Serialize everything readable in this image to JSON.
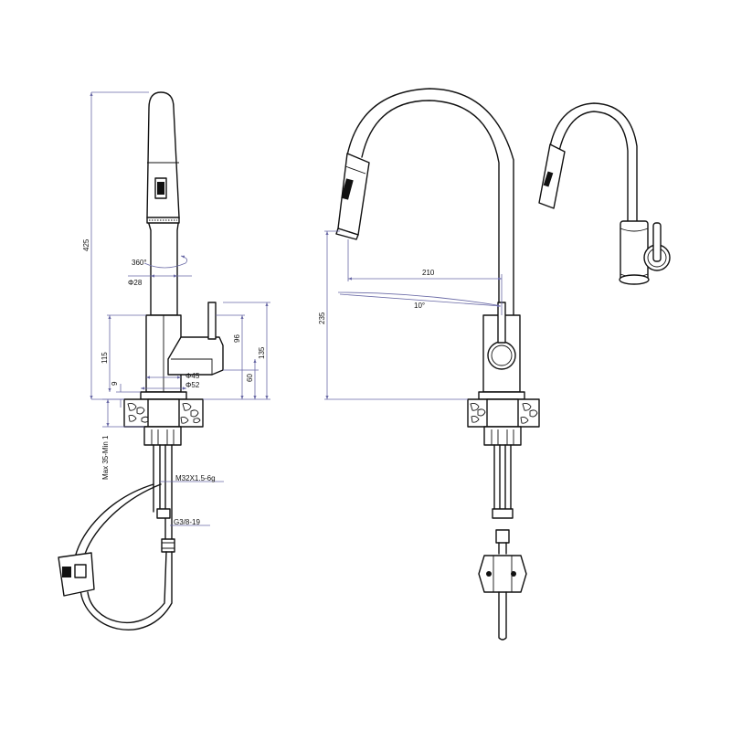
{
  "dimensions": {
    "height_total": "425",
    "rotation": "360°",
    "spout_diameter": "Φ28",
    "body_height": "115",
    "base_height": "9",
    "handle_height": "96",
    "handle_axis": "60",
    "lever_height": "135",
    "body_diameter": "Φ45",
    "base_diameter": "Φ52",
    "counter_thickness": "Max 35-Min 1",
    "thread_main": "M32X1.5-6g",
    "thread_hose": "G3/8-19",
    "reach": "210",
    "spout_height": "235",
    "swivel_angle": "10°"
  },
  "colors": {
    "outline": "#111111",
    "dimension_line": "#6a6aa6",
    "background": "#ffffff"
  }
}
